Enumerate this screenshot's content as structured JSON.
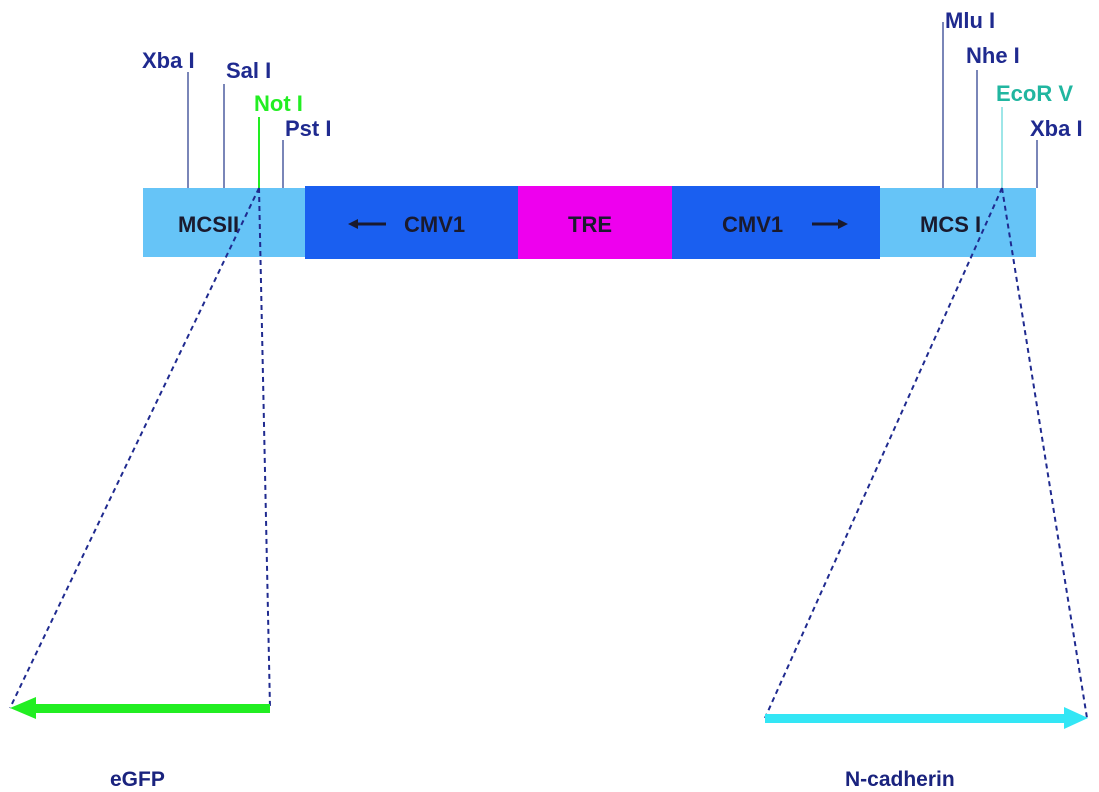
{
  "colors": {
    "site_default": "#1f2a8f",
    "site_not": "#22ee22",
    "site_ecor": "#21b6a0",
    "mcs": "#66c4f7",
    "cmv": "#1a5ff0",
    "tre": "#ee00ee",
    "egfp": "#22ee22",
    "ncadherin": "#33e6f5",
    "dashed": "#1f2a8f"
  },
  "sites_left": [
    {
      "name": "Xba I",
      "color": "site_default"
    },
    {
      "name": "Sal I",
      "color": "site_default"
    },
    {
      "name": "Not I",
      "color": "site_not"
    },
    {
      "name": "Pst I",
      "color": "site_default"
    }
  ],
  "sites_right": [
    {
      "name": "Mlu I",
      "color": "site_default"
    },
    {
      "name": "Nhe I",
      "color": "site_default"
    },
    {
      "name": "EcoR V",
      "color": "site_ecor"
    },
    {
      "name": "Xba I",
      "color": "site_default"
    }
  ],
  "blocks": {
    "mcs2": "MCSII",
    "cmv_left": "CMV1",
    "tre": "TRE",
    "cmv_right": "CMV1",
    "mcs1": "MCS I"
  },
  "genes": {
    "left": "eGFP",
    "right": "N-cadherin"
  }
}
